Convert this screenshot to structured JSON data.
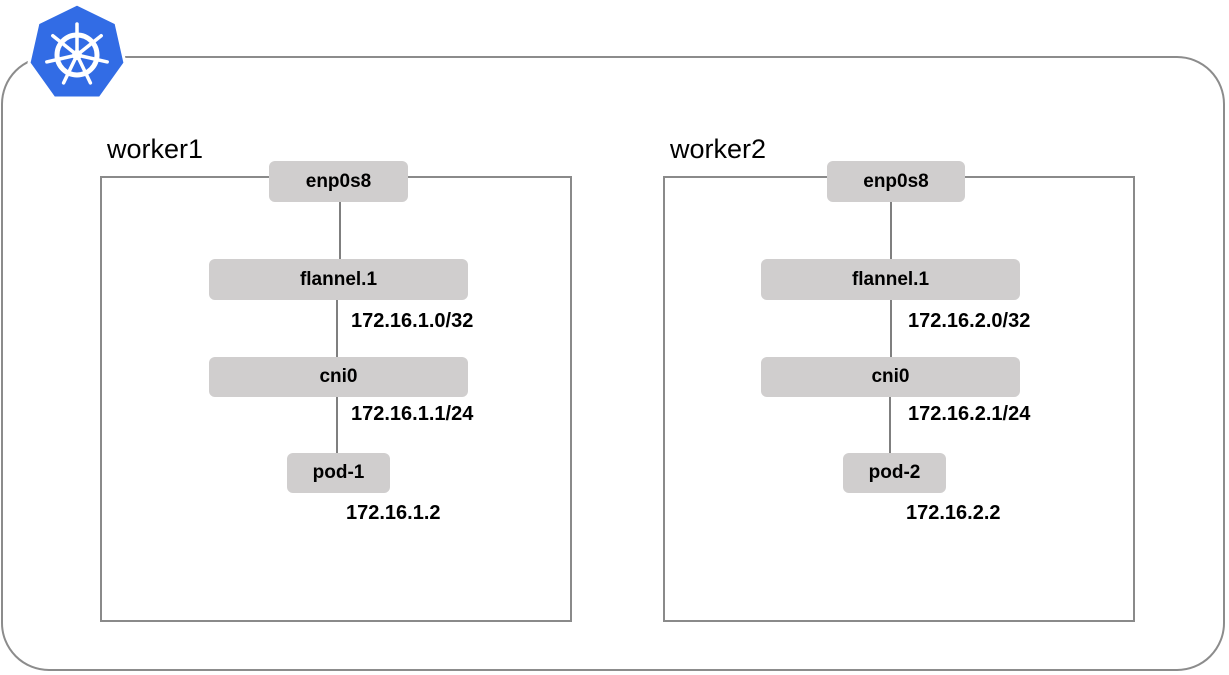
{
  "logo": {
    "icon": "kubernetes-helm-wheel-icon",
    "color": "#326ce5"
  },
  "workers": [
    {
      "name": "worker1",
      "interfaces": {
        "physical": "enp0s8",
        "flannel": "flannel.1",
        "cni": "cni0",
        "pod": "pod-1"
      },
      "addresses": {
        "flannel": "172.16.1.0/32",
        "cni": "172.16.1.1/24",
        "pod": "172.16.1.2"
      }
    },
    {
      "name": "worker2",
      "interfaces": {
        "physical": "enp0s8",
        "flannel": "flannel.1",
        "cni": "cni0",
        "pod": "pod-2"
      },
      "addresses": {
        "flannel": "172.16.2.0/32",
        "cni": "172.16.2.1/24",
        "pod": "172.16.2.2"
      }
    }
  ]
}
